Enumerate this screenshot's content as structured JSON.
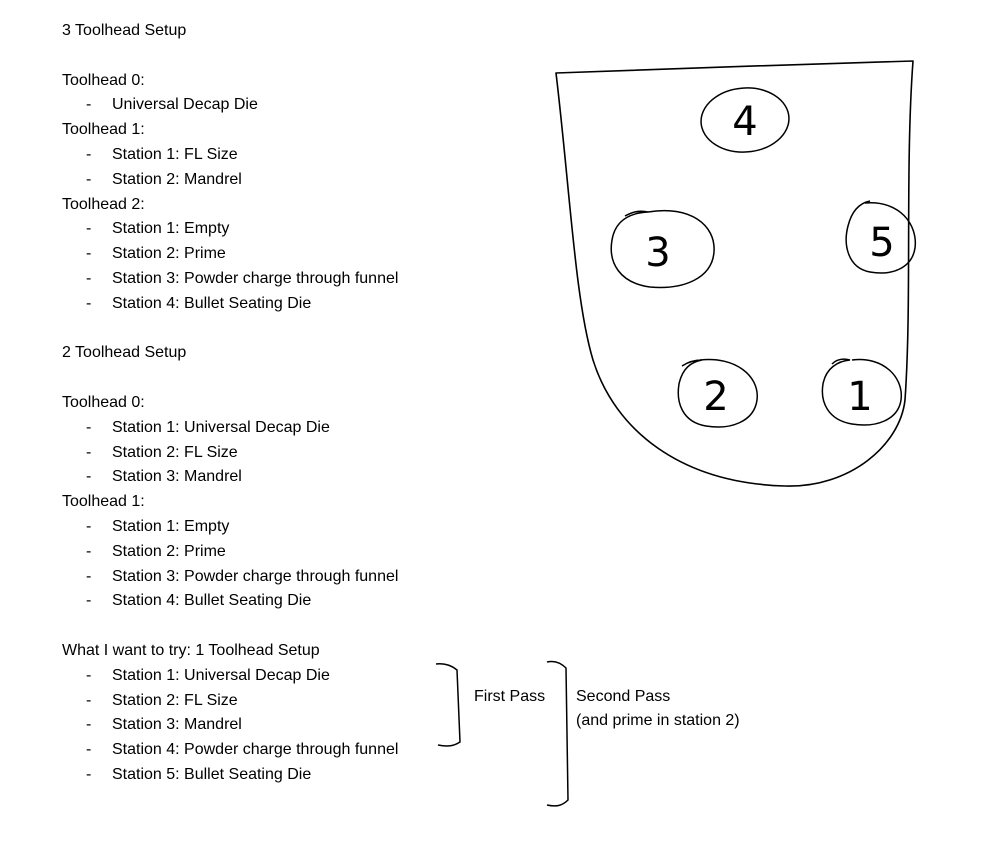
{
  "three_toolhead": {
    "title": "3 Toolhead Setup",
    "th0_label": "Toolhead 0:",
    "th0_items": [
      "Universal Decap Die"
    ],
    "th1_label": "Toolhead 1:",
    "th1_items": [
      "Station 1: FL Size",
      "Station 2: Mandrel"
    ],
    "th2_label": "Toolhead 2:",
    "th2_items": [
      "Station 1: Empty",
      "Station 2: Prime",
      "Station 3: Powder charge through funnel",
      "Station 4: Bullet Seating Die"
    ]
  },
  "two_toolhead": {
    "title": "2 Toolhead Setup",
    "th0_label": "Toolhead 0:",
    "th0_items": [
      "Station 1: Universal Decap Die",
      "Station 2: FL Size",
      "Station 3: Mandrel"
    ],
    "th1_label": "Toolhead 1:",
    "th1_items": [
      "Station 1: Empty",
      "Station 2: Prime",
      "Station 3: Powder charge through funnel",
      "Station 4: Bullet Seating Die"
    ]
  },
  "one_toolhead": {
    "title": "What I want to try: 1 Toolhead Setup",
    "items": [
      "Station 1: Universal Decap Die",
      "Station 2: FL Size",
      "Station 3: Mandrel",
      "Station 4: Powder charge through funnel",
      "Station 5: Bullet Seating Die"
    ],
    "first_pass": "First Pass",
    "second_pass_line1": "Second Pass",
    "second_pass_line2": "(and prime in station 2)"
  },
  "sketch": {
    "station_labels": [
      "4",
      "3",
      "5",
      "2",
      "1"
    ]
  },
  "bullet_dash": "-"
}
